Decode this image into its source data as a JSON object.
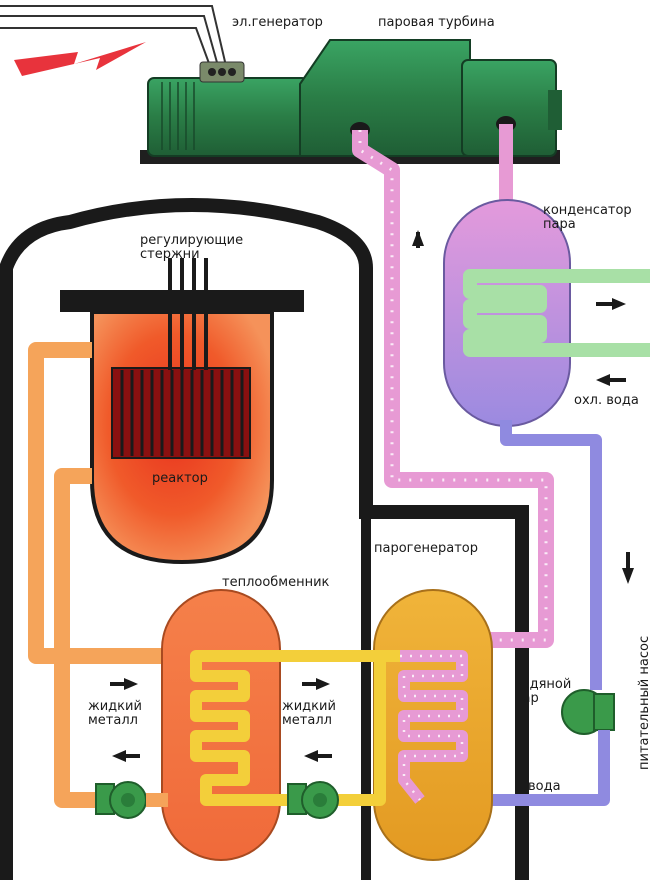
{
  "labels": {
    "generator": "эл.генератор",
    "turbine": "паровая турбина",
    "condenser_line1": "конденсатор",
    "condenser_line2": "пара",
    "rods_line1": "регулирующие",
    "rods_line2": "стержни",
    "reactor": "реактор",
    "heat_exchanger": "теплообменник",
    "steam_generator": "парогенератор",
    "liquid_metal_left_line1": "жидкий",
    "liquid_metal_left_line2": "металл",
    "liquid_metal_right_line1": "жидкий",
    "liquid_metal_right_line2": "металл",
    "water_vapor_line1": "водяной",
    "water_vapor_line2": "пар",
    "water": "вода",
    "cooling_water": "охл. вода",
    "feed_pump": "питательный насос"
  },
  "colors": {
    "generator_body": "#2e8b4e",
    "turbine_body": "#2f9152",
    "reactor_vessel": "#f27a3a",
    "reactor_core_glow": "#e8321e",
    "heat_exchanger": "#f28a4a",
    "steam_generator": "#e8a826",
    "condenser": "#b58ad8",
    "steam_pipe": "#e79ad4",
    "primary_loop": "#f5a45a",
    "secondary_loop": "#f3cf3a",
    "water_pipe": "#8f8ae0",
    "cooling_pipe": "#a8e0a6",
    "pump": "#3a9a4a",
    "lightning": "#e8333c",
    "containment": "#1a1a1a"
  }
}
